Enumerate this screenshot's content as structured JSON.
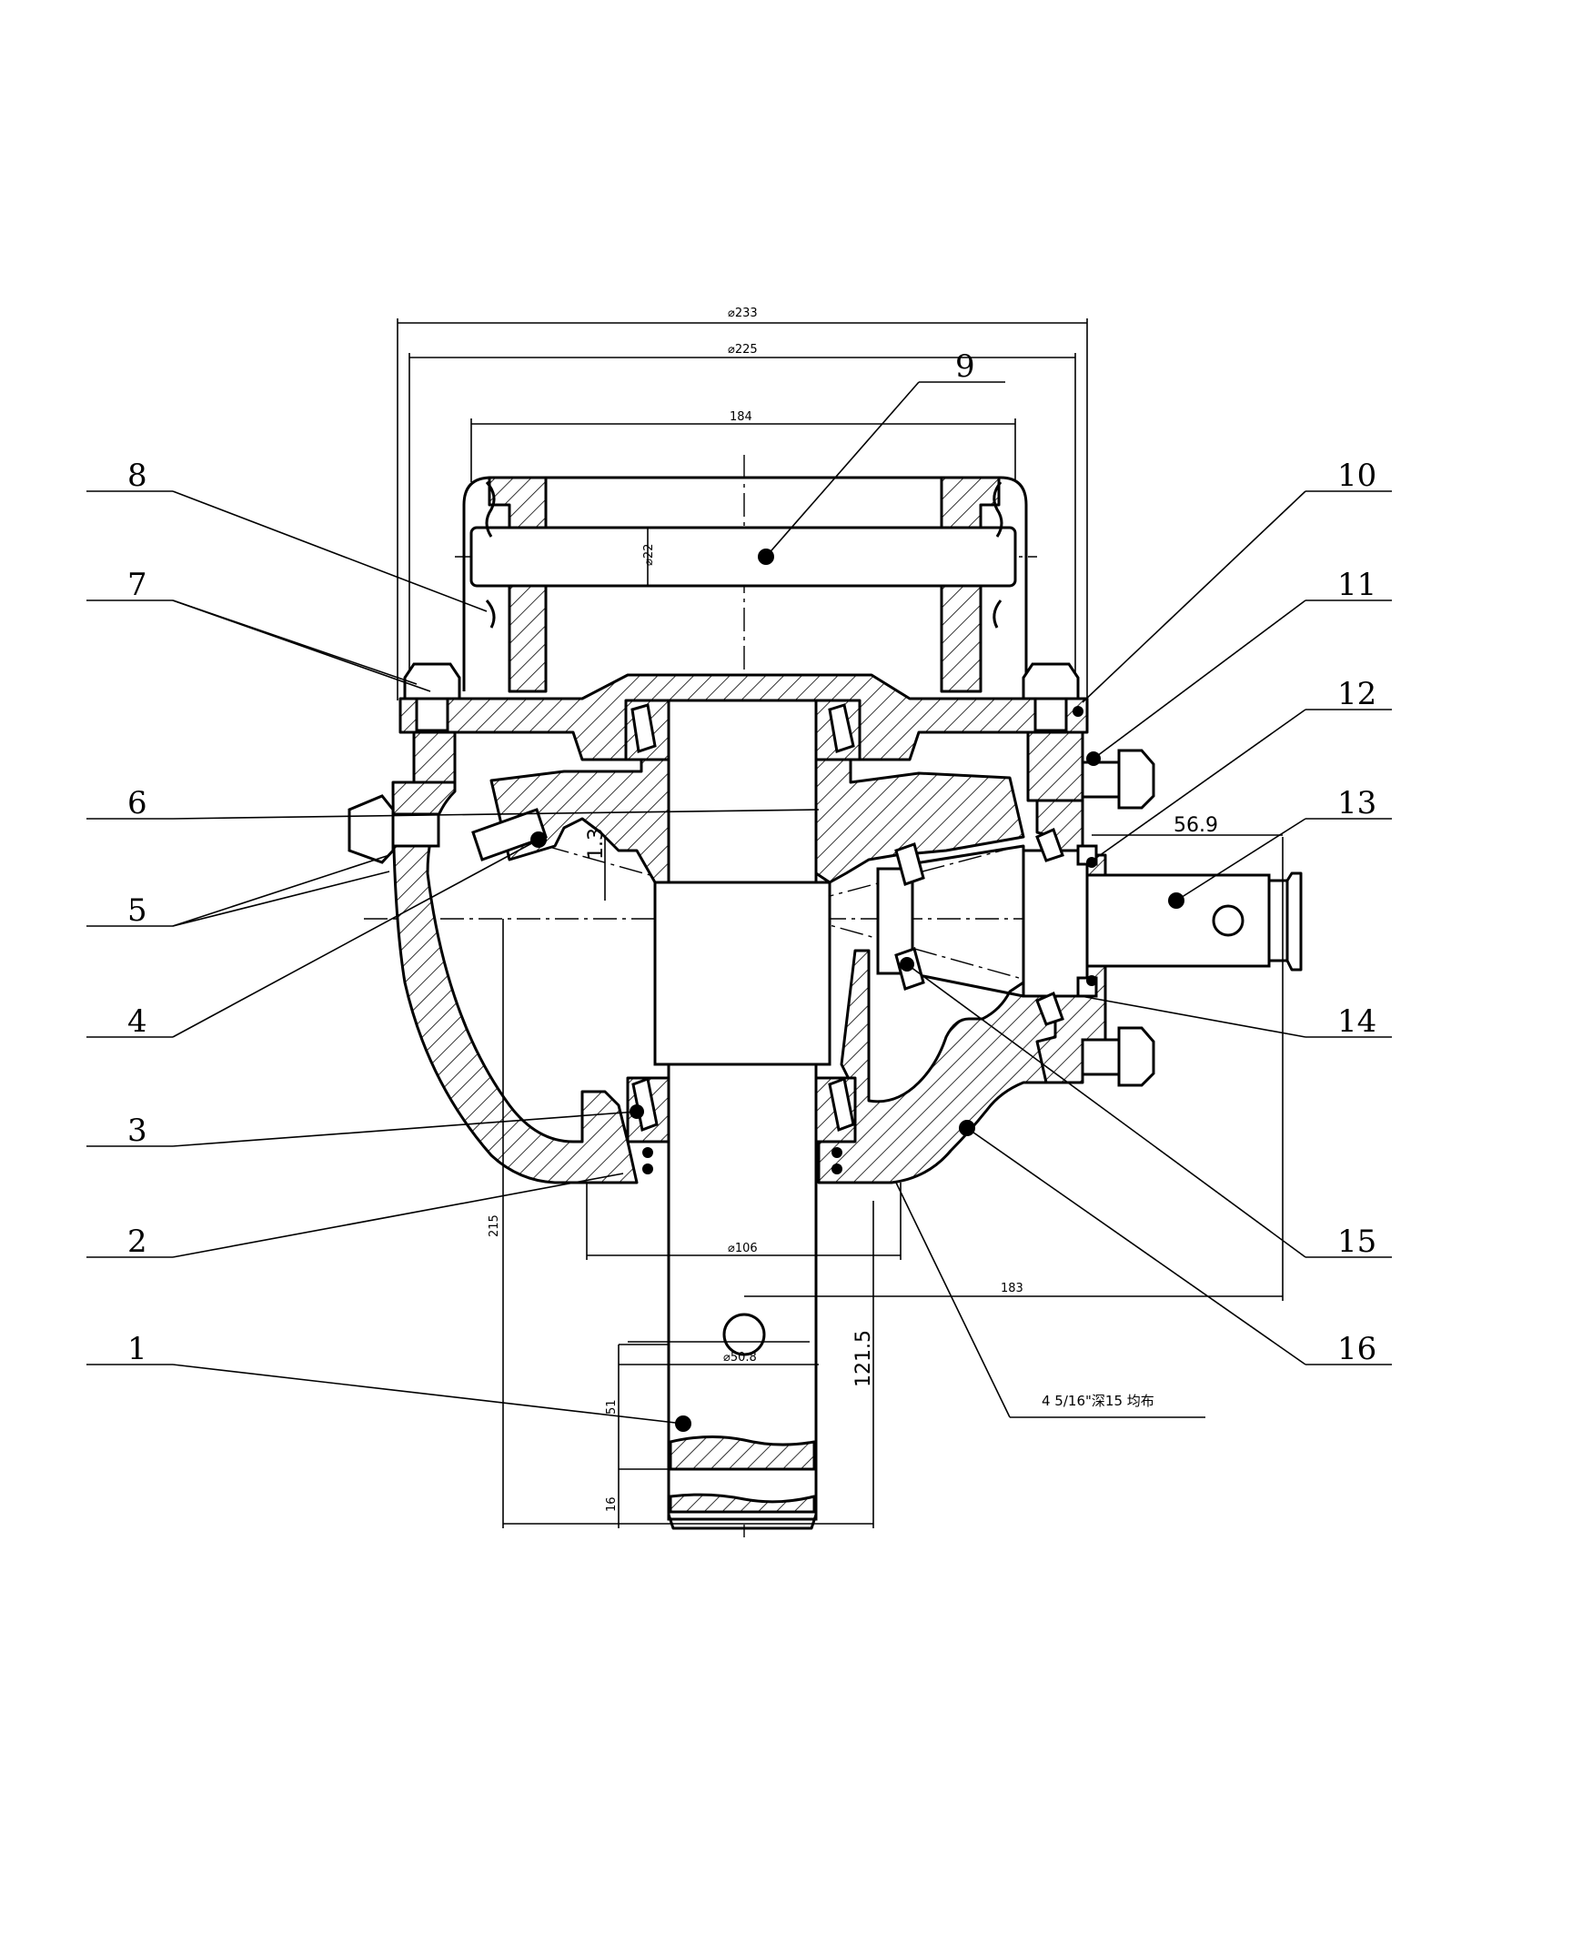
{
  "callouts": [
    "1",
    "2",
    "3",
    "4",
    "5",
    "6",
    "7",
    "8",
    "9",
    "10",
    "11",
    "12",
    "13",
    "14",
    "15",
    "16"
  ],
  "dimensions": {
    "d233": "⌀233",
    "d225": "⌀225",
    "w184": "184",
    "d22": "⌀22",
    "v1_3": "1.3",
    "h56_9": "56.9",
    "v215": "215",
    "d106": "⌀106",
    "h183": "183",
    "v121_5": "121.5",
    "d50_8": "⌀50.8",
    "v51": "51",
    "v16": "16"
  },
  "note": "4 5/16\"深15 均布"
}
